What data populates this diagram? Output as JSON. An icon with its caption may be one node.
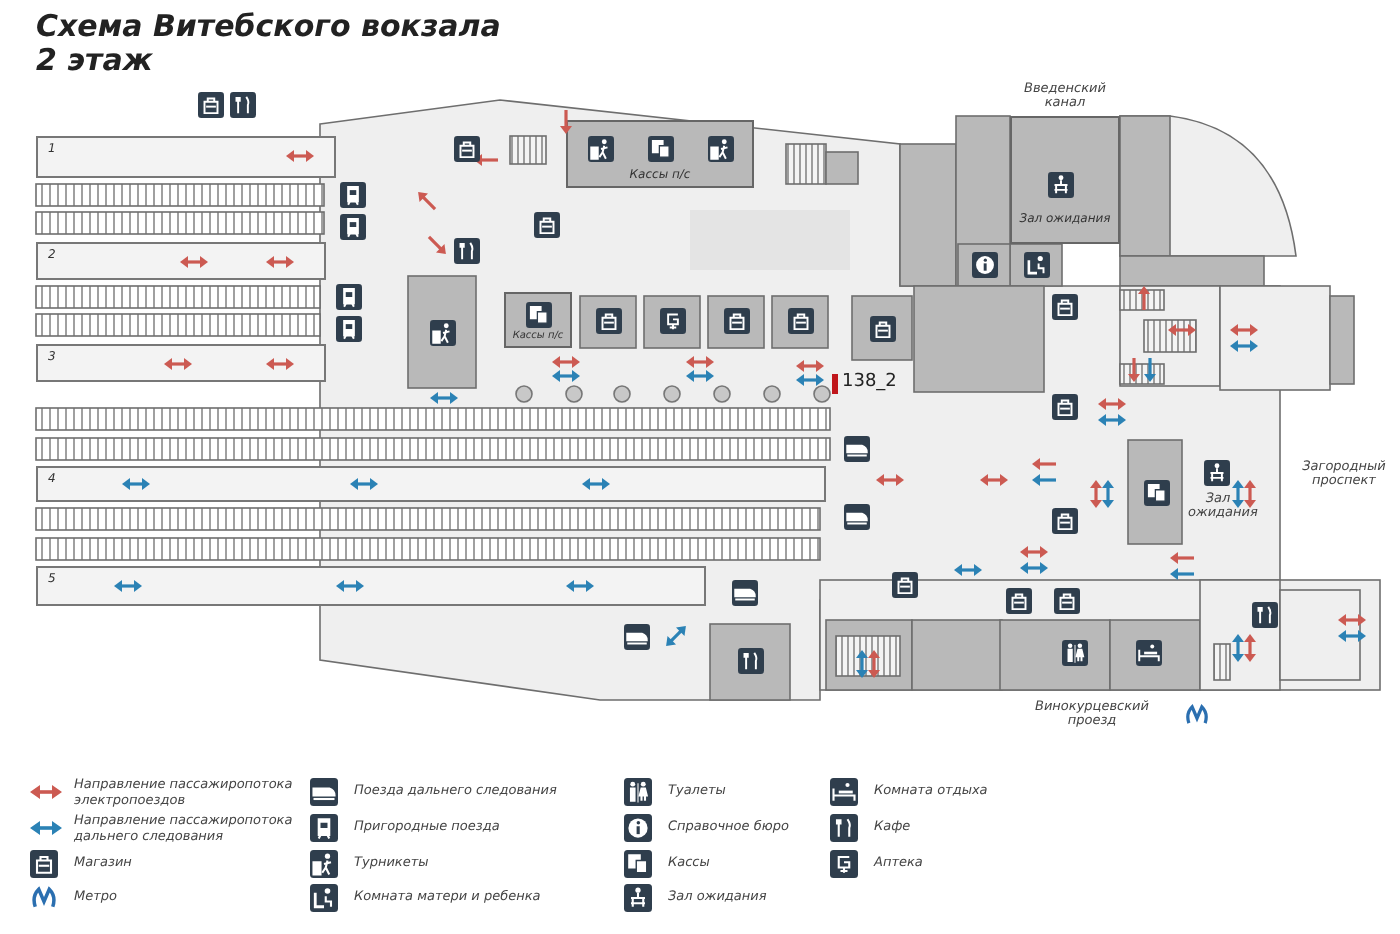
{
  "diagram": {
    "title": "Схема Витебского вокзала 2 этаж",
    "nodes": [
      {
        "text": [
          "1"
        ]
      },
      {
        "text": [
          "2"
        ]
      },
      {
        "text": [
          "3"
        ]
      },
      {
        "text": [
          "4"
        ]
      },
      {
        "text": [
          "5"
        ]
      },
      {
        "text": [
          "Кассы п/с"
        ]
      },
      {
        "text": [
          "Кассы п/с"
        ]
      },
      {
        "text": [
          "Зал ожидания"
        ]
      }
    ],
    "labels": [
      "Введенский канал",
      "138_2",
      "Зал ожидания",
      "Загородный проспект",
      "Винокурцевский проезд"
    ],
    "legend": [
      {
        "text": "Направление пассажиропотока электропоездов"
      },
      {
        "text": "Направление пассажиропотока дальнего следования"
      },
      {
        "text": "Магазин"
      },
      {
        "text": "Метро"
      },
      {
        "text": "Поезда дальнего следования"
      },
      {
        "text": "Пригородные поезда"
      },
      {
        "text": "Турникеты"
      },
      {
        "text": "Комната матери и ребенка"
      },
      {
        "text": "Туалеты"
      },
      {
        "text": "Справочное бюро"
      },
      {
        "text": "Кассы"
      },
      {
        "text": "Зал ожидания"
      },
      {
        "text": "Комната отдыха"
      },
      {
        "text": "Кафе"
      },
      {
        "text": "Аптека"
      }
    ]
  }
}
